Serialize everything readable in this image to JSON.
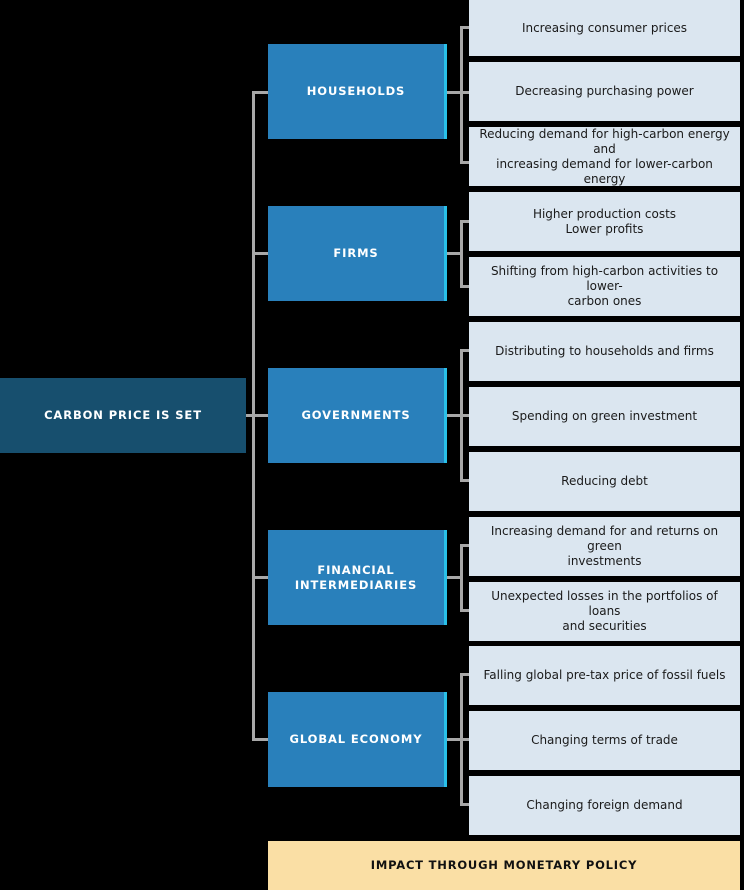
{
  "diagram": {
    "title": "Carbon price transmission map",
    "colors": {
      "background": "#000000",
      "root_fill": "#174f6e",
      "sector_fill": "#2980bb",
      "sector_accent": "#29c0e8",
      "effect_fill": "#dbe6f0",
      "footer_fill": "#fadfa5",
      "connector": "#a8a8a8",
      "light_text": "#ffffff",
      "dark_text": "#1a1a1a"
    },
    "root": {
      "label": "CARBON PRICE IS SET"
    },
    "footer": {
      "label": "IMPACT THROUGH MONETARY POLICY"
    },
    "sectors": [
      {
        "id": "households",
        "label": "HOUSEHOLDS",
        "effects": [
          "Increasing consumer prices",
          "Decreasing purchasing power",
          "Reducing demand for high-carbon energy and\nincreasing demand for lower-carbon energy"
        ]
      },
      {
        "id": "firms",
        "label": "FIRMS",
        "effects": [
          "Higher production costs\nLower profits",
          "Shifting from high-carbon activities to lower-\ncarbon ones"
        ]
      },
      {
        "id": "governments",
        "label": "GOVERNMENTS",
        "effects": [
          "Distributing to households and firms",
          "Spending on green investment",
          "Reducing debt"
        ]
      },
      {
        "id": "financial-intermediaries",
        "label": "FINANCIAL\nINTERMEDIARIES",
        "effects": [
          "Increasing demand for and returns on green\ninvestments",
          "Unexpected losses in the portfolios of loans\nand securities"
        ]
      },
      {
        "id": "global-economy",
        "label": "GLOBAL ECONOMY",
        "effects": [
          "Falling global pre-tax price of fossil fuels",
          "Changing terms of trade",
          "Changing foreign demand"
        ]
      }
    ]
  }
}
